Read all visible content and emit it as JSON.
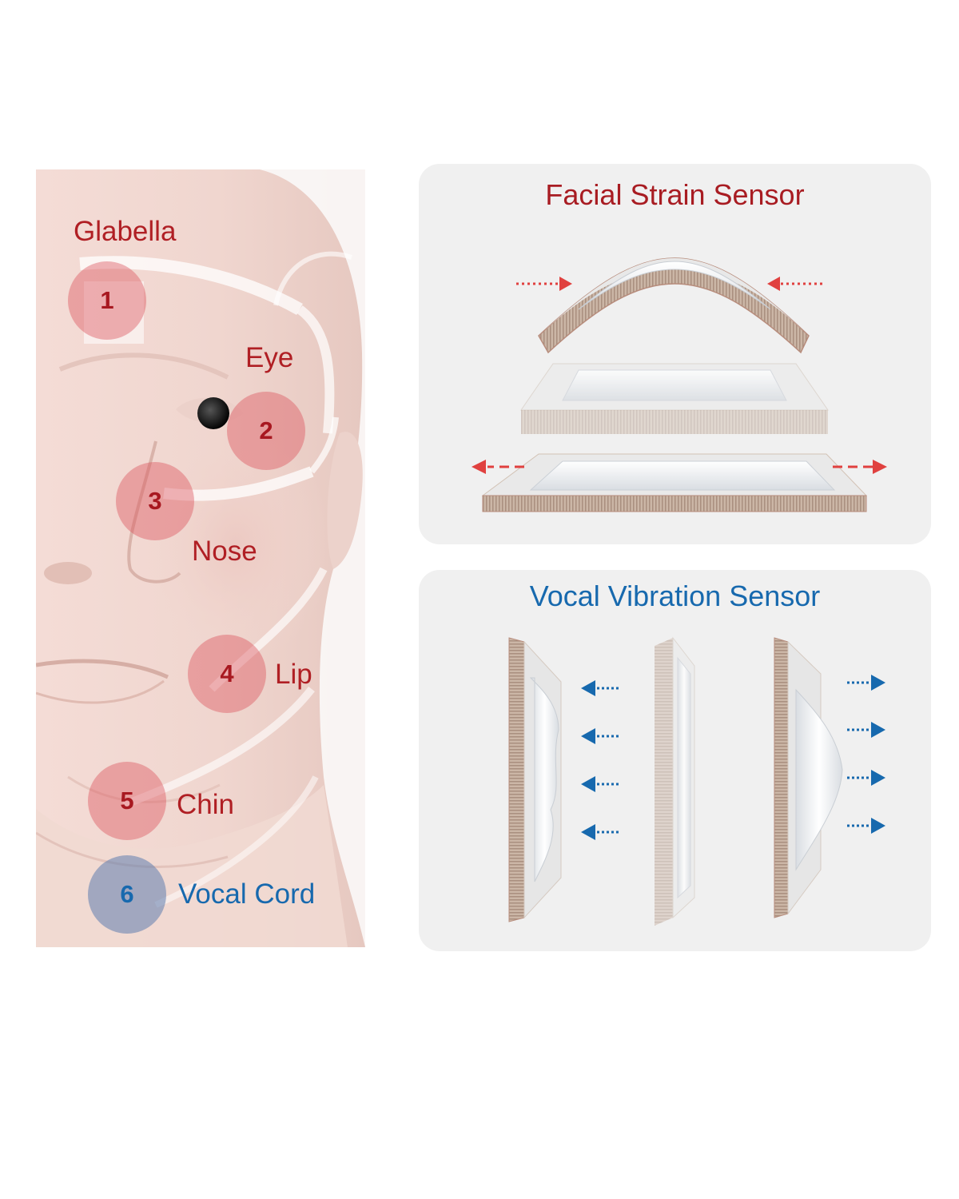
{
  "colors": {
    "strain_accent": "#b01f24",
    "vibration_accent": "#1769ae",
    "panel_background": "#f0f0f0"
  },
  "face": {
    "sites": [
      {
        "number": "1",
        "label": "Glabella",
        "sensor": "strain"
      },
      {
        "number": "2",
        "label": "Eye",
        "sensor": "strain"
      },
      {
        "number": "3",
        "label": "Nose",
        "sensor": "strain"
      },
      {
        "number": "4",
        "label": "Lip",
        "sensor": "strain"
      },
      {
        "number": "5",
        "label": "Chin",
        "sensor": "strain"
      },
      {
        "number": "6",
        "label": "Vocal Cord",
        "sensor": "vibration"
      }
    ]
  },
  "strain_panel": {
    "title": "Facial Strain Sensor",
    "states": [
      "compressed-bent",
      "relaxed",
      "stretched"
    ]
  },
  "vibration_panel": {
    "title": "Vocal Vibration Sensor",
    "states": [
      "deflected-left",
      "neutral",
      "deflected-right"
    ]
  }
}
